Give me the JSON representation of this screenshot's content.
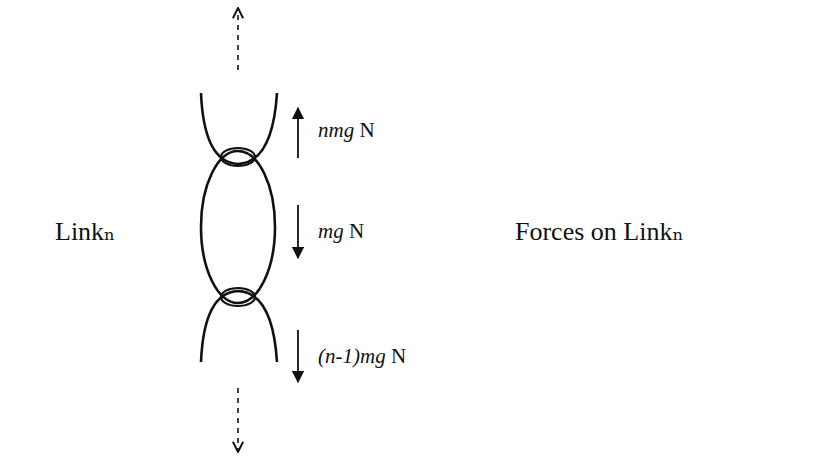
{
  "diagram": {
    "labels": [
      "Linkₙ",
      "nmg N",
      "mg N",
      "Forces on Linkₙ",
      "(n-1)mg N"
    ]
  }
}
